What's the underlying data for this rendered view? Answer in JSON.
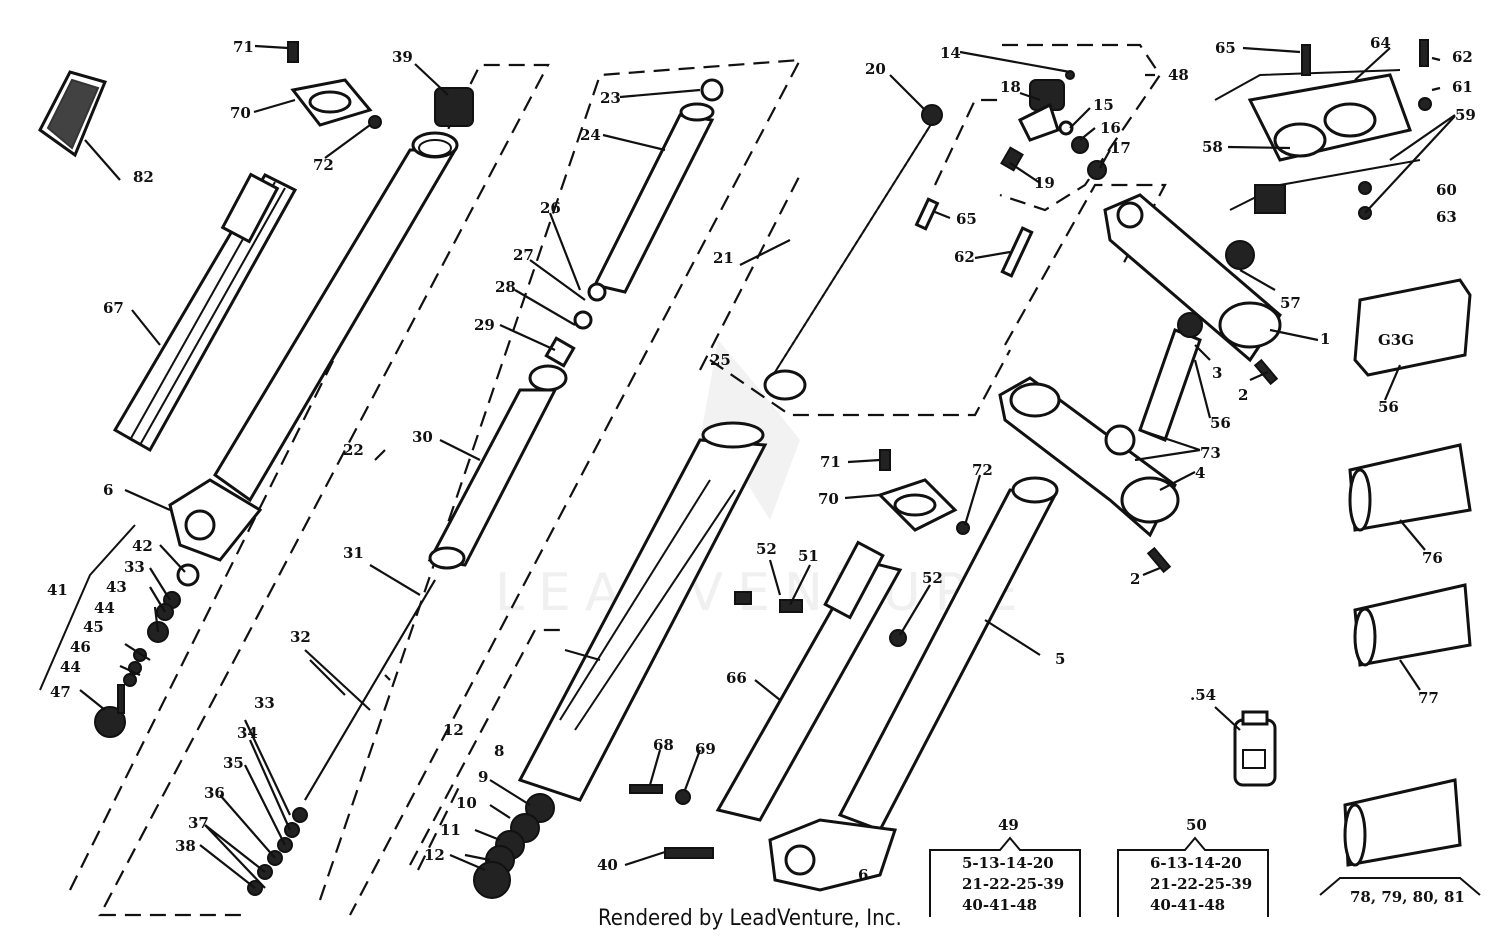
{
  "watermark": {
    "text": "LEADVENTURE"
  },
  "credit": "Rendered by LeadVenture, Inc.",
  "labels": {
    "l1": "1",
    "l2a": "2",
    "l2b": "2",
    "l3": "3",
    "l4": "4",
    "l5": "5",
    "l6a": "6",
    "l6b": "6",
    "l8": "8",
    "l9": "9",
    "l10": "10",
    "l11": "11",
    "l12a": "12",
    "l12b": "12",
    "l14": "14",
    "l15": "15",
    "l16": "16",
    "l17": "17",
    "l18": "18",
    "l19": "19",
    "l20": "20",
    "l21": "21",
    "l22": "22",
    "l23": "23",
    "l24": "24",
    "l25": "25",
    "l26": "26",
    "l27": "27",
    "l28": "28",
    "l29": "29",
    "l30": "30",
    "l31": "31",
    "l32": "32",
    "l33a": "33",
    "l33b": "33",
    "l34": "34",
    "l35": "35",
    "l36": "36",
    "l37": "37",
    "l38": "38",
    "l39": "39",
    "l40": "40",
    "l41": "41",
    "l42": "42",
    "l43": "43",
    "l44a": "44",
    "l44b": "44",
    "l45": "45",
    "l46": "46",
    "l47": "47",
    "l48": "48",
    "l49": "49",
    "l50": "50",
    "l51": "51",
    "l52a": "52",
    "l52b": "52",
    "l54": ".54",
    "l56a": "56",
    "l56b": "56",
    "l57": "57",
    "l58": "58",
    "l59": "59",
    "l60": "60",
    "l61": "61",
    "l62a": "62",
    "l62b": "62",
    "l63": "63",
    "l64": "64",
    "l65a": "65",
    "l65b": "65",
    "l66": "66",
    "l67": "67",
    "l68": "68",
    "l69": "69",
    "l70a": "70",
    "l70b": "70",
    "l71a": "71",
    "l71b": "71",
    "l72a": "72",
    "l72b": "72",
    "l73": "73",
    "l76": "76",
    "l77": "77",
    "l78": "78, 79, 80, 81",
    "l82": "82"
  },
  "kits": {
    "kit49": {
      "line1": "5-13-14-20",
      "line2": "21-22-25-39",
      "line3": "40-41-48"
    },
    "kit50": {
      "line1": "6-13-14-20",
      "line2": "21-22-25-39",
      "line3": "40-41-48"
    }
  }
}
